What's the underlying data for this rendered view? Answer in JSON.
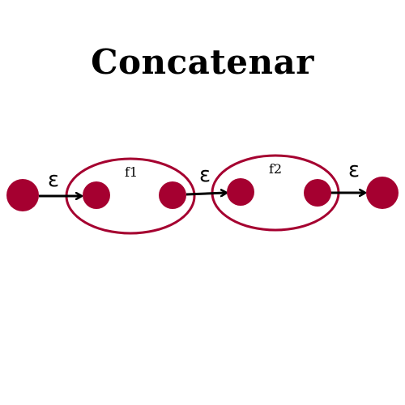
{
  "title": "Concatenar",
  "colors": {
    "node": "#a50030",
    "outline": "#a50030",
    "arrow": "#000000",
    "text": "#000000"
  },
  "diagram": {
    "transition_label": "ε",
    "boxes": [
      {
        "label": "f1"
      },
      {
        "label": "f2"
      }
    ]
  }
}
